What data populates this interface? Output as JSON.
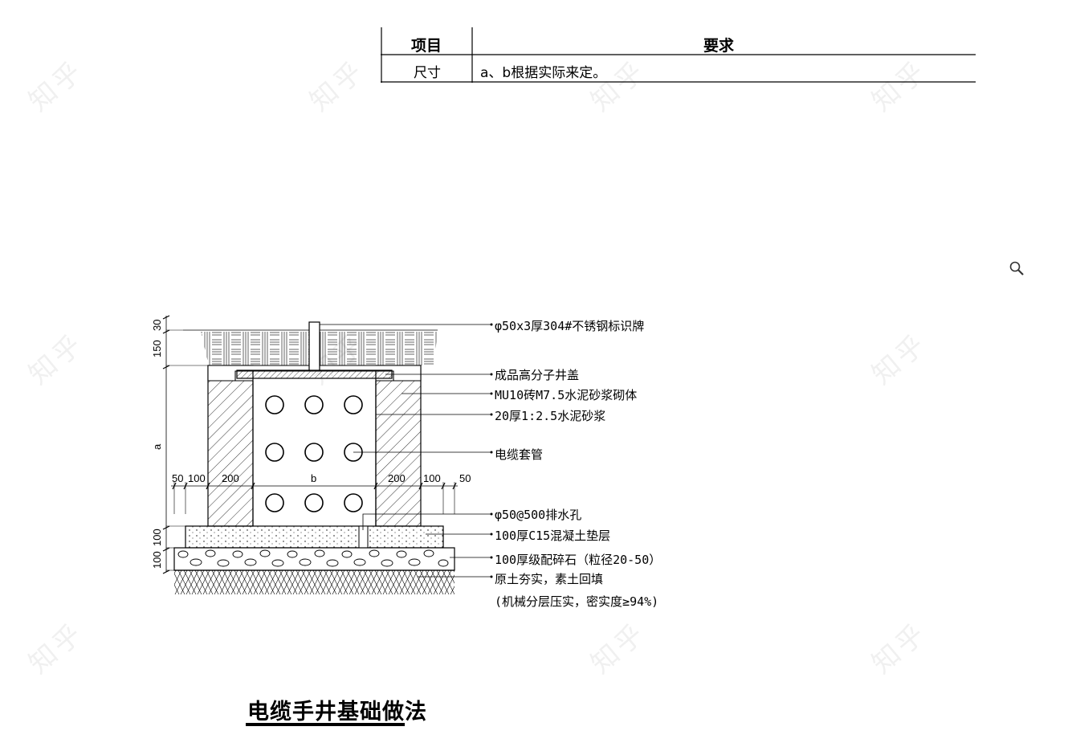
{
  "table": {
    "header_item": "项目",
    "header_req": "要求",
    "row_item": "尺寸",
    "row_req": "a、b根据实际来定。"
  },
  "callouts": [
    "φ50x3厚304#不锈钢标识牌",
    "成品高分子井盖",
    "MU10砖M7.5水泥砂浆砌体",
    "20厚1:2.5水泥砂浆",
    "电缆套管",
    "φ50@500排水孔",
    "100厚C15混凝土垫层",
    "100厚级配碎石（粒径20-50）",
    "原土夯实，素土回填",
    "(机械分层压实，密实度≥94%)"
  ],
  "dims_h": [
    "50",
    "100",
    "200",
    "b",
    "200",
    "100",
    "50"
  ],
  "dims_v": [
    "30",
    "150",
    "a",
    "100",
    "100"
  ],
  "title": "电缆手井基础做法",
  "watermark": "知乎"
}
